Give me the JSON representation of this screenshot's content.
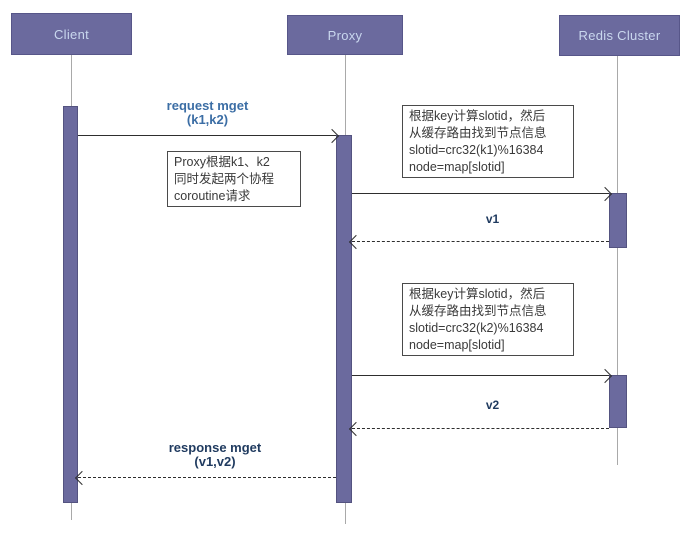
{
  "actors": [
    {
      "name": "Client"
    },
    {
      "name": "Proxy"
    },
    {
      "name": "Redis Cluster"
    }
  ],
  "messages": {
    "request": {
      "line1": "request mget",
      "line2": "(k1,k2)"
    },
    "v1": "v1",
    "v2": "v2",
    "response": {
      "line1": "response mget",
      "line2": "(v1,v2)"
    }
  },
  "notes": {
    "proxy_note": {
      "line1": "Proxy根据k1、k2",
      "line2": "同时发起两个协程",
      "line3": "coroutine请求"
    },
    "k1_note": {
      "line1": "根据key计算slotid，然后",
      "line2": "从缓存路由找到节点信息",
      "line3": "slotid=crc32(k1)%16384",
      "line4": "node=map[slotid]"
    },
    "k2_note": {
      "line1": "根据key计算slotid，然后",
      "line2": "从缓存路由找到节点信息",
      "line3": "slotid=crc32(k2)%16384",
      "line4": "node=map[slotid]"
    }
  },
  "colors": {
    "actor_fill": "#6b6a9e",
    "actor_text": "#c9d7ee",
    "request_label": "#3c6ea5",
    "value_label": "#1f3a5f",
    "note_text": "#3a3a3a",
    "lifeline": "#a9a9a9",
    "arrow": "#2e2e2e",
    "background": "#ffffff"
  }
}
